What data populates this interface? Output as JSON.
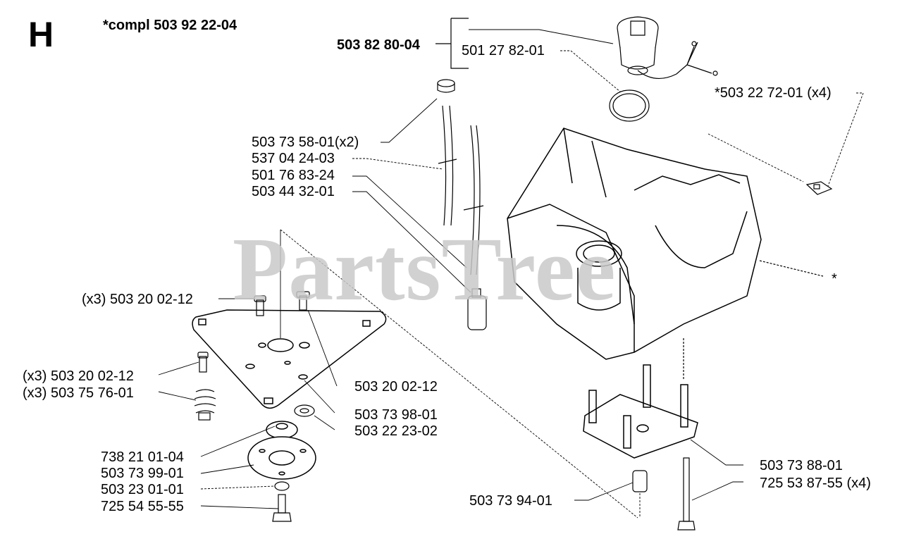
{
  "diagram": {
    "section_letter": "H",
    "assembly_label": "*compl 503 92 22-04",
    "watermark": "PartsTree",
    "parts": {
      "cap_group": "503 82 80-04",
      "oring": "501 27 82-01",
      "clip": "*503 22 72-01 (x4)",
      "grommet": "503 73 58-01(x2)",
      "fuel_hose": "537 04 24-03",
      "vent_hose": "501 76 83-24",
      "filter": "503 44 32-01",
      "crankcase_star": "*",
      "screw_top": "(x3) 503 20 02-12",
      "screw_left": "(x3) 503 20 02-12",
      "spring_left": "(x3) 503 75 76-01",
      "screw_right": "503 20 02-12",
      "washer": "503 73 98-01",
      "damper": "503 22 23-02",
      "spacer": "738 21 01-04",
      "flange": "503 73 99-01",
      "washer_small": "503 23 01-01",
      "bolt": "725 54 55-55",
      "mount_plate": "503 73 88-01",
      "long_screw": "725 53 87-55 (x4)",
      "rubber_foot": "503 73 94-01"
    }
  }
}
